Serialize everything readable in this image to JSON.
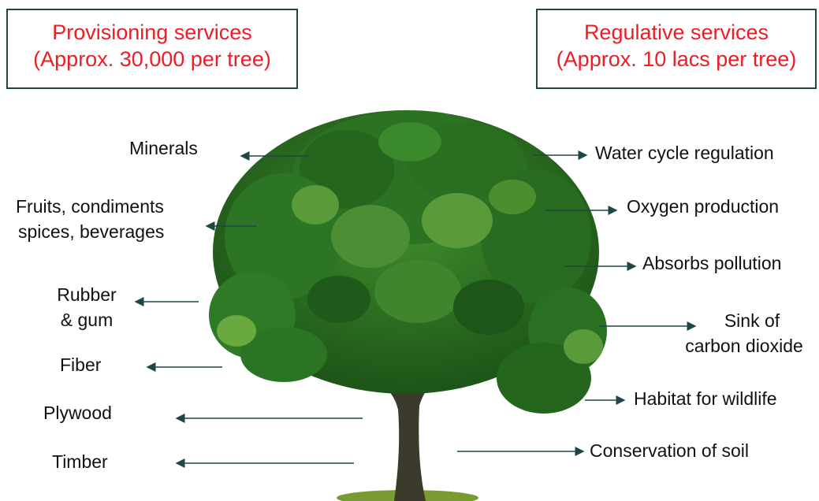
{
  "provisioning": {
    "title": "Provisioning services",
    "subtitle": "(Approx. 30,000 per tree)",
    "items": [
      {
        "line1": "Minerals"
      },
      {
        "line1": "Fruits, condiments",
        "line2": "spices, beverages"
      },
      {
        "line1": "Rubber",
        "line2": "& gum"
      },
      {
        "line1": "Fiber"
      },
      {
        "line1": "Plywood"
      },
      {
        "line1": "Timber"
      }
    ]
  },
  "regulative": {
    "title": "Regulative services",
    "subtitle": "(Approx. 10 lacs per tree)",
    "items": [
      {
        "line1": "Water cycle regulation"
      },
      {
        "line1": "Oxygen production"
      },
      {
        "line1": "Absorbs pollution"
      },
      {
        "line1": "Sink of",
        "line2": "carbon dioxide"
      },
      {
        "line1": "Habitat for wildlife"
      },
      {
        "line1": "Conservation of soil"
      }
    ]
  },
  "colors": {
    "box_border": "#1f4646",
    "title_text": "#ee1c25",
    "arrow": "#1f4646",
    "foliage_dark": "#1e5a1a",
    "foliage_mid": "#2f7a24",
    "foliage_light": "#5a9a3a",
    "trunk": "#3a3a2a",
    "grass": "#6a8a2a"
  },
  "icons": [
    "tree-illustration"
  ]
}
